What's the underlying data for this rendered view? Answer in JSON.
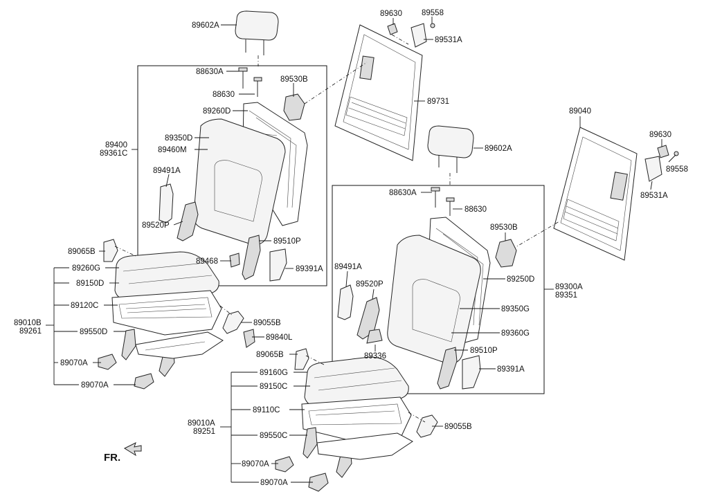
{
  "labels": {
    "l_89602A_top": "89602A",
    "l_88630A_top": "88630A",
    "l_88630_top": "88630",
    "l_89530B_top": "89530B",
    "l_89260D": "89260D",
    "l_89350D": "89350D",
    "l_89460M": "89460M",
    "l_89400": "89400",
    "l_89361C": "89361C",
    "l_89491A_left": "89491A",
    "l_89520P_left": "89520P",
    "l_89510P_left": "89510P",
    "l_89468": "89468",
    "l_89391A_left": "89391A",
    "l_89630_top": "89630",
    "l_89558_top": "89558",
    "l_89531A_top": "89531A",
    "l_89731": "89731",
    "l_89040": "89040",
    "l_89630_right": "89630",
    "l_89558_right": "89558",
    "l_89531A_right": "89531A",
    "l_89602A_mid": "89602A",
    "l_88630A_mid": "88630A",
    "l_88630_mid": "88630",
    "l_89530B_mid": "89530B",
    "l_89491A_mid": "89491A",
    "l_89520P_mid": "89520P",
    "l_89250D": "89250D",
    "l_89300A": "89300A",
    "l_89351": "89351",
    "l_89350G": "89350G",
    "l_89360G": "89360G",
    "l_89336": "89336",
    "l_89510P_mid": "89510P",
    "l_89391A_mid": "89391A",
    "l_89065B_left": "89065B",
    "l_89260G": "89260G",
    "l_89150D": "89150D",
    "l_89120C": "89120C",
    "l_89010B": "89010B",
    "l_89261": "89261",
    "l_89550D": "89550D",
    "l_89070A_l1": "89070A",
    "l_89070A_l2": "89070A",
    "l_89055B_left": "89055B",
    "l_89840L": "89840L",
    "l_89065B_mid": "89065B",
    "l_89160G": "89160G",
    "l_89150C": "89150C",
    "l_89110C": "89110C",
    "l_89010A": "89010A",
    "l_89251": "89251",
    "l_89550C": "89550C",
    "l_89070A_m1": "89070A",
    "l_89070A_m2": "89070A",
    "l_89055B_mid": "89055B",
    "fr": "FR."
  }
}
